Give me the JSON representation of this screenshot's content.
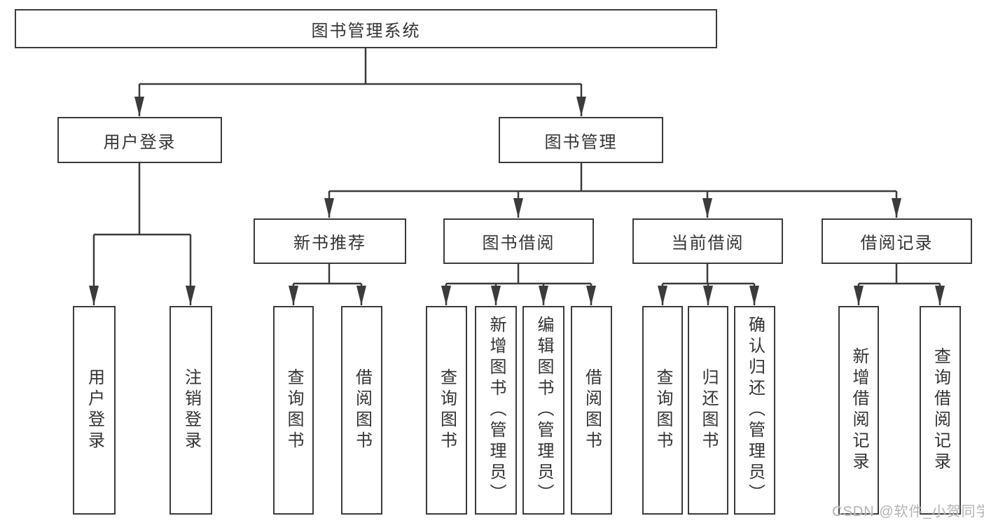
{
  "diagram": {
    "root": {
      "label": "图书管理系统"
    },
    "user_login_branch": {
      "label": "用户登录",
      "children": [
        {
          "label": "用户登录"
        },
        {
          "label": "注销登录"
        }
      ]
    },
    "book_mgmt_branch": {
      "label": "图书管理",
      "sections": [
        {
          "label": "新书推荐",
          "children": [
            {
              "label": "查询图书"
            },
            {
              "label": "借阅图书"
            }
          ]
        },
        {
          "label": "图书借阅",
          "children": [
            {
              "label": "查询图书"
            },
            {
              "label": "新增图书（管理员）"
            },
            {
              "label": "编辑图书（管理员）"
            },
            {
              "label": "借阅图书"
            }
          ]
        },
        {
          "label": "当前借阅",
          "children": [
            {
              "label": "查询图书"
            },
            {
              "label": "归还图书"
            },
            {
              "label": "确认归还（管理员）"
            }
          ]
        },
        {
          "label": "借阅记录",
          "children": [
            {
              "label": "新增借阅记录"
            },
            {
              "label": "查询借阅记录"
            }
          ]
        }
      ]
    }
  },
  "watermark": "CSDN @软件_小贺同学",
  "colors": {
    "line": "#3b3b3b",
    "box_border": "#3b3b3b",
    "box_fill": "#ffffff",
    "text": "#333333",
    "watermark": "#b3b3b3",
    "background": "#ffffff"
  }
}
